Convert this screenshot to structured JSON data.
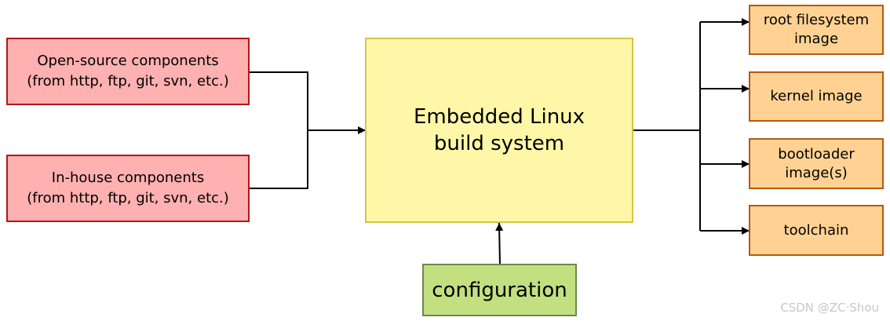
{
  "colors": {
    "source_fill": "#ffb0b0",
    "core_fill": "#fff7a8",
    "output_fill": "#ffd293",
    "config_fill": "#c3e080"
  },
  "sources": [
    {
      "label": "Open-source components\n(from http, ftp, git, svn, etc.)"
    },
    {
      "label": "In-house components\n(from http, ftp, git, svn, etc.)"
    }
  ],
  "core": {
    "label": "Embedded Linux\nbuild system"
  },
  "configuration": {
    "label": "configuration"
  },
  "outputs": [
    {
      "label": "root filesystem\nimage"
    },
    {
      "label": "kernel image"
    },
    {
      "label": "bootloader\nimage(s)"
    },
    {
      "label": "toolchain"
    }
  ],
  "watermark": "CSDN @ZC·Shou"
}
